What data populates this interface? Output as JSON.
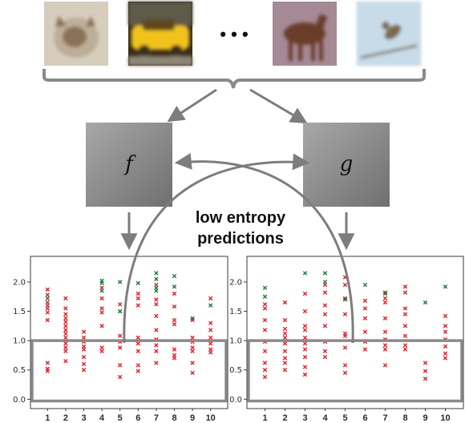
{
  "images": [
    {
      "name": "cat-image",
      "colors": [
        "#bcae98",
        "#8a7257",
        "#d7cdbd"
      ]
    },
    {
      "name": "car-image",
      "colors": [
        "#f0c21a",
        "#5f4a1f",
        "#3a2e1a"
      ]
    },
    {
      "name": "horse-image",
      "colors": [
        "#c9c4d9",
        "#6b3d2c",
        "#a58a96"
      ]
    },
    {
      "name": "bird-image",
      "colors": [
        "#c7dbe9",
        "#7c6a4c",
        "#eef4f8"
      ]
    }
  ],
  "ellipsis": "• • •",
  "model_f_label": "f",
  "model_g_label": "g",
  "caption_line1": "low entropy",
  "caption_line2": "predictions",
  "colors": {
    "red_marker": "#e0202a",
    "green_marker": "#1e7a3a",
    "arrow": "#7d7d7d",
    "box": "#8a8a8a",
    "model_box_top": "#a4a4a4",
    "model_box_bottom": "#747474"
  },
  "chart_data": [
    {
      "type": "scatter",
      "name": "model-f-entropy",
      "categories": [
        "1",
        "2",
        "3",
        "4",
        "5",
        "6",
        "7",
        "8",
        "9",
        "10"
      ],
      "y_ticks": [
        "0.0",
        "0.5",
        "1.0",
        "1.5",
        "2.0"
      ],
      "ylim": [
        -0.05,
        2.3
      ],
      "threshold": 1.0,
      "red": [
        [
          1,
          1.87
        ],
        [
          1,
          1.78
        ],
        [
          1,
          1.65
        ],
        [
          1,
          1.6
        ],
        [
          1,
          1.55
        ],
        [
          1,
          1.48
        ],
        [
          1,
          1.35
        ],
        [
          1,
          0.62
        ],
        [
          1,
          0.52
        ],
        [
          1,
          0.48
        ],
        [
          2,
          1.72
        ],
        [
          2,
          1.55
        ],
        [
          2,
          1.45
        ],
        [
          2,
          1.38
        ],
        [
          2,
          1.32
        ],
        [
          2,
          1.25
        ],
        [
          2,
          1.18
        ],
        [
          2,
          1.12
        ],
        [
          2,
          1.05
        ],
        [
          2,
          0.95
        ],
        [
          2,
          0.88
        ],
        [
          2,
          0.82
        ],
        [
          2,
          0.65
        ],
        [
          3,
          1.15
        ],
        [
          3,
          1.05
        ],
        [
          3,
          0.98
        ],
        [
          3,
          0.9
        ],
        [
          3,
          0.85
        ],
        [
          3,
          0.72
        ],
        [
          3,
          0.6
        ],
        [
          3,
          0.5
        ],
        [
          4,
          1.9
        ],
        [
          4,
          1.72
        ],
        [
          4,
          1.55
        ],
        [
          4,
          1.48
        ],
        [
          4,
          1.25
        ],
        [
          4,
          0.88
        ],
        [
          4,
          0.82
        ],
        [
          5,
          1.62
        ],
        [
          5,
          1.5
        ],
        [
          5,
          1.08
        ],
        [
          5,
          0.98
        ],
        [
          5,
          0.88
        ],
        [
          5,
          0.58
        ],
        [
          5,
          0.38
        ],
        [
          6,
          1.8
        ],
        [
          6,
          1.72
        ],
        [
          6,
          1.6
        ],
        [
          6,
          1.05
        ],
        [
          6,
          0.95
        ],
        [
          6,
          0.82
        ],
        [
          6,
          0.58
        ],
        [
          6,
          0.48
        ],
        [
          7,
          1.95
        ],
        [
          7,
          1.7
        ],
        [
          7,
          1.62
        ],
        [
          7,
          1.42
        ],
        [
          7,
          1.18
        ],
        [
          7,
          1.02
        ],
        [
          7,
          0.92
        ],
        [
          7,
          0.82
        ],
        [
          7,
          0.62
        ],
        [
          8,
          1.8
        ],
        [
          8,
          1.58
        ],
        [
          8,
          1.35
        ],
        [
          8,
          1.28
        ],
        [
          8,
          0.85
        ],
        [
          8,
          0.75
        ],
        [
          8,
          0.7
        ],
        [
          9,
          1.35
        ],
        [
          9,
          1.05
        ],
        [
          9,
          0.98
        ],
        [
          9,
          0.88
        ],
        [
          9,
          0.82
        ],
        [
          9,
          0.62
        ],
        [
          9,
          0.45
        ],
        [
          10,
          1.72
        ],
        [
          10,
          1.3
        ],
        [
          10,
          1.18
        ],
        [
          10,
          1.05
        ],
        [
          10,
          0.95
        ],
        [
          10,
          0.85
        ],
        [
          10,
          0.8
        ]
      ],
      "green": [
        [
          1,
          1.72
        ],
        [
          4,
          2.02
        ],
        [
          4,
          1.98
        ],
        [
          4,
          1.85
        ],
        [
          5,
          2.0
        ],
        [
          5,
          1.5
        ],
        [
          6,
          1.98
        ],
        [
          7,
          2.15
        ],
        [
          7,
          2.05
        ],
        [
          7,
          1.9
        ],
        [
          7,
          1.85
        ],
        [
          8,
          2.1
        ],
        [
          8,
          1.92
        ],
        [
          9,
          1.38
        ],
        [
          10,
          1.6
        ]
      ]
    },
    {
      "type": "scatter",
      "name": "model-g-entropy",
      "categories": [
        "1",
        "2",
        "3",
        "4",
        "5",
        "6",
        "7",
        "8",
        "9",
        "10"
      ],
      "y_ticks": [
        "0.0",
        "0.5",
        "1.0",
        "1.5",
        "2.0"
      ],
      "ylim": [
        -0.05,
        2.3
      ],
      "threshold": 1.0,
      "red": [
        [
          1,
          1.62
        ],
        [
          1,
          1.55
        ],
        [
          1,
          1.35
        ],
        [
          1,
          1.18
        ],
        [
          1,
          0.98
        ],
        [
          1,
          0.82
        ],
        [
          1,
          0.62
        ],
        [
          1,
          0.5
        ],
        [
          1,
          0.38
        ],
        [
          2,
          1.65
        ],
        [
          2,
          1.35
        ],
        [
          2,
          1.2
        ],
        [
          2,
          1.12
        ],
        [
          2,
          1.05
        ],
        [
          2,
          0.95
        ],
        [
          2,
          0.82
        ],
        [
          2,
          0.7
        ],
        [
          2,
          0.62
        ],
        [
          2,
          0.5
        ],
        [
          3,
          1.8
        ],
        [
          3,
          1.5
        ],
        [
          3,
          1.25
        ],
        [
          3,
          1.18
        ],
        [
          3,
          1.05
        ],
        [
          3,
          0.95
        ],
        [
          3,
          0.85
        ],
        [
          3,
          0.72
        ],
        [
          3,
          0.55
        ],
        [
          3,
          0.42
        ],
        [
          4,
          1.95
        ],
        [
          4,
          1.82
        ],
        [
          4,
          1.6
        ],
        [
          4,
          1.45
        ],
        [
          4,
          1.25
        ],
        [
          4,
          0.98
        ],
        [
          4,
          0.82
        ],
        [
          4,
          0.72
        ],
        [
          5,
          2.08
        ],
        [
          5,
          1.95
        ],
        [
          5,
          1.72
        ],
        [
          5,
          1.45
        ],
        [
          5,
          1.12
        ],
        [
          5,
          1.08
        ],
        [
          5,
          0.88
        ],
        [
          5,
          0.58
        ],
        [
          5,
          0.45
        ],
        [
          6,
          1.68
        ],
        [
          6,
          1.55
        ],
        [
          6,
          1.38
        ],
        [
          6,
          1.15
        ],
        [
          6,
          0.98
        ],
        [
          6,
          0.85
        ],
        [
          7,
          1.82
        ],
        [
          7,
          1.72
        ],
        [
          7,
          1.65
        ],
        [
          7,
          1.38
        ],
        [
          7,
          1.15
        ],
        [
          7,
          1.02
        ],
        [
          7,
          0.92
        ],
        [
          7,
          0.85
        ],
        [
          7,
          0.58
        ],
        [
          8,
          1.92
        ],
        [
          8,
          1.82
        ],
        [
          8,
          1.55
        ],
        [
          8,
          1.45
        ],
        [
          8,
          1.25
        ],
        [
          8,
          1.08
        ],
        [
          8,
          0.92
        ],
        [
          8,
          0.85
        ],
        [
          9,
          0.62
        ],
        [
          9,
          0.48
        ],
        [
          9,
          0.35
        ],
        [
          10,
          1.42
        ],
        [
          10,
          1.25
        ],
        [
          10,
          1.15
        ],
        [
          10,
          1.02
        ],
        [
          10,
          0.9
        ],
        [
          10,
          0.78
        ],
        [
          10,
          0.7
        ]
      ],
      "green": [
        [
          1,
          1.9
        ],
        [
          1,
          1.75
        ],
        [
          3,
          2.15
        ],
        [
          4,
          2.15
        ],
        [
          4,
          2.0
        ],
        [
          5,
          1.7
        ],
        [
          6,
          1.95
        ],
        [
          7,
          1.8
        ],
        [
          9,
          1.65
        ],
        [
          10,
          1.92
        ]
      ]
    }
  ]
}
